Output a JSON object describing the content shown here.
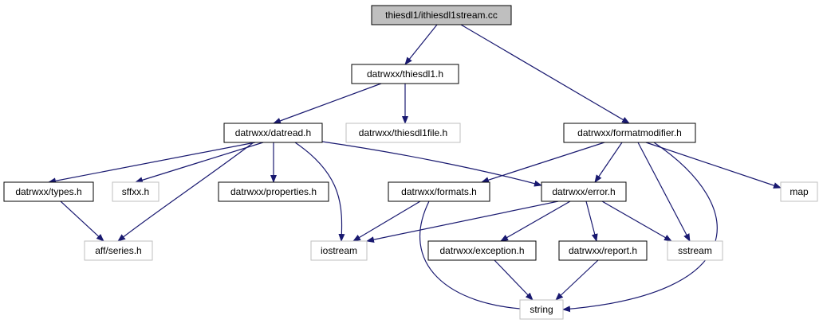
{
  "colors": {
    "edge": "#191970",
    "root_fill": "#bfbfbf",
    "node_border": "#000000",
    "external_border": "#bfbfbf",
    "node_fill": "#ffffff"
  },
  "nodes": [
    {
      "id": "root",
      "label": "thiesdl1/ithiesdl1stream.cc",
      "kind": "root"
    },
    {
      "id": "thiesdl1_h",
      "label": "datrwxx/thiesdl1.h",
      "kind": "local"
    },
    {
      "id": "datread_h",
      "label": "datrwxx/datread.h",
      "kind": "local"
    },
    {
      "id": "thiesdl1file_h",
      "label": "datrwxx/thiesdl1file.h",
      "kind": "external"
    },
    {
      "id": "formatmodifier_h",
      "label": "datrwxx/formatmodifier.h",
      "kind": "local"
    },
    {
      "id": "types_h",
      "label": "datrwxx/types.h",
      "kind": "local"
    },
    {
      "id": "sffxx_h",
      "label": "sffxx.h",
      "kind": "external"
    },
    {
      "id": "properties_h",
      "label": "datrwxx/properties.h",
      "kind": "local"
    },
    {
      "id": "formats_h",
      "label": "datrwxx/formats.h",
      "kind": "local"
    },
    {
      "id": "error_h",
      "label": "datrwxx/error.h",
      "kind": "local"
    },
    {
      "id": "map",
      "label": "map",
      "kind": "external"
    },
    {
      "id": "series_h",
      "label": "aff/series.h",
      "kind": "external"
    },
    {
      "id": "iostream",
      "label": "iostream",
      "kind": "external"
    },
    {
      "id": "exception_h",
      "label": "datrwxx/exception.h",
      "kind": "local"
    },
    {
      "id": "report_h",
      "label": "datrwxx/report.h",
      "kind": "local"
    },
    {
      "id": "sstream",
      "label": "sstream",
      "kind": "external"
    },
    {
      "id": "string",
      "label": "string",
      "kind": "external"
    }
  ],
  "edges": [
    {
      "from": "root",
      "to": "thiesdl1_h"
    },
    {
      "from": "root",
      "to": "formatmodifier_h"
    },
    {
      "from": "thiesdl1_h",
      "to": "datread_h"
    },
    {
      "from": "thiesdl1_h",
      "to": "thiesdl1file_h"
    },
    {
      "from": "datread_h",
      "to": "types_h"
    },
    {
      "from": "datread_h",
      "to": "sffxx_h"
    },
    {
      "from": "datread_h",
      "to": "properties_h"
    },
    {
      "from": "datread_h",
      "to": "series_h"
    },
    {
      "from": "datread_h",
      "to": "iostream"
    },
    {
      "from": "datread_h",
      "to": "error_h"
    },
    {
      "from": "types_h",
      "to": "series_h"
    },
    {
      "from": "formatmodifier_h",
      "to": "formats_h"
    },
    {
      "from": "formatmodifier_h",
      "to": "error_h"
    },
    {
      "from": "formatmodifier_h",
      "to": "sstream"
    },
    {
      "from": "formatmodifier_h",
      "to": "map"
    },
    {
      "from": "formatmodifier_h",
      "to": "string"
    },
    {
      "from": "formats_h",
      "to": "iostream"
    },
    {
      "from": "formats_h",
      "to": "string"
    },
    {
      "from": "error_h",
      "to": "iostream"
    },
    {
      "from": "error_h",
      "to": "exception_h"
    },
    {
      "from": "error_h",
      "to": "report_h"
    },
    {
      "from": "error_h",
      "to": "sstream"
    },
    {
      "from": "exception_h",
      "to": "string"
    },
    {
      "from": "report_h",
      "to": "string"
    }
  ]
}
